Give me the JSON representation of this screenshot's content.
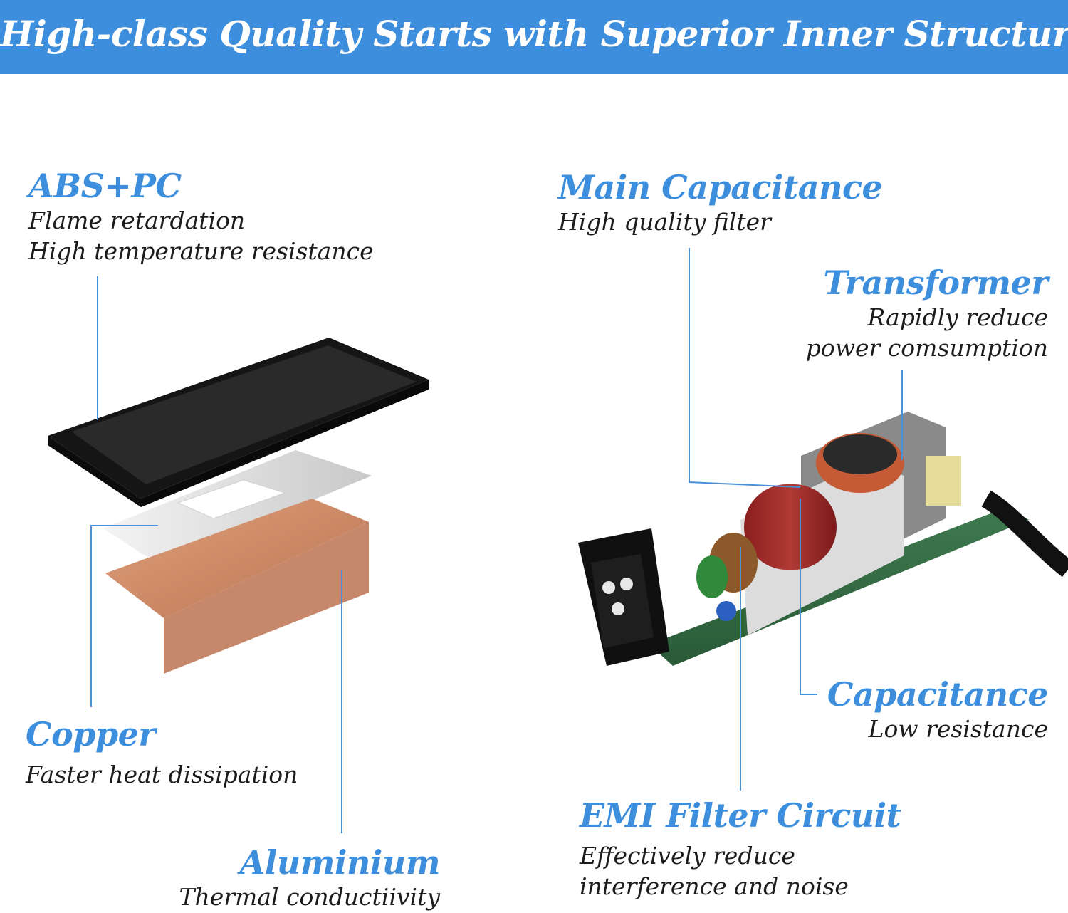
{
  "banner": {
    "title": "High-class Quality Starts with Superior Inner Structure",
    "background": "#3d8fdd"
  },
  "accent_color": "#3d8fdd",
  "callouts": {
    "abs_pc": {
      "title": "ABS+PC",
      "lines": [
        "Flame retardation",
        "High temperature resistance"
      ]
    },
    "copper": {
      "title": "Copper",
      "lines": [
        "Faster heat dissipation"
      ]
    },
    "aluminium": {
      "title": "Aluminium",
      "lines": [
        "Thermal conductiivity"
      ]
    },
    "main_capacitance": {
      "title": "Main Capacitance",
      "lines": [
        "High quality filter"
      ]
    },
    "transformer": {
      "title": "Transformer",
      "lines": [
        "Rapidly reduce",
        "power comsumption"
      ]
    },
    "capacitance": {
      "title": "Capacitance",
      "lines": [
        "Low resistance"
      ]
    },
    "emi_filter": {
      "title": "EMI Filter Circuit",
      "lines": [
        "Effectively reduce",
        "interference and noise"
      ]
    }
  }
}
